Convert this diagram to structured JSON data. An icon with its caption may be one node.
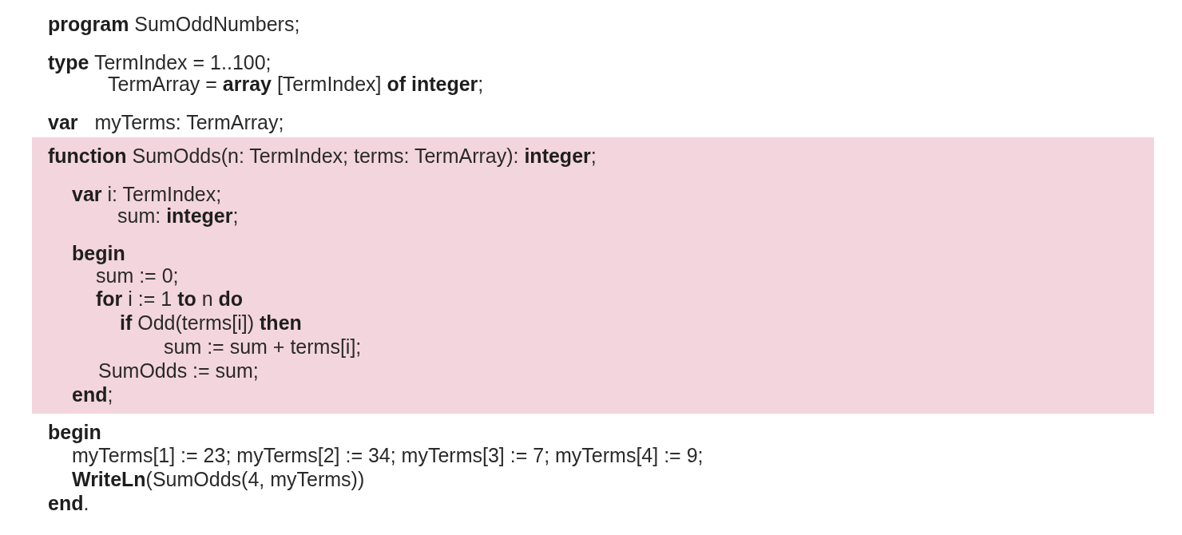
{
  "diagram": {
    "nodes": [
      {
        "text": [
          "**function** SumOdds(n: TermIndex; terms: TermArray): **integer**;",
          "**var** i: TermIndex;",
          "sum: **integer**;",
          "**begin**",
          "sum := 0;",
          "**for** i := 1 **to** n **do**",
          "**if** Odd(terms[i]) **then**",
          "sum := sum + terms[i];",
          "SumOdds := sum;",
          "**end**;"
        ]
      }
    ],
    "labels": [
      "**program** SumOddNumbers;",
      "**type** TermIndex = 1..100;",
      "TermArray = **array** [TermIndex] **of integer**;",
      "**var**   myTerms: TermArray;",
      "**begin**",
      "myTerms[1] := 23; myTerms[2] := 34; myTerms[3] := 7; myTerms[4] := 9;",
      "**WriteLn**(SumOdds(4, myTerms))",
      "**end**."
    ]
  }
}
